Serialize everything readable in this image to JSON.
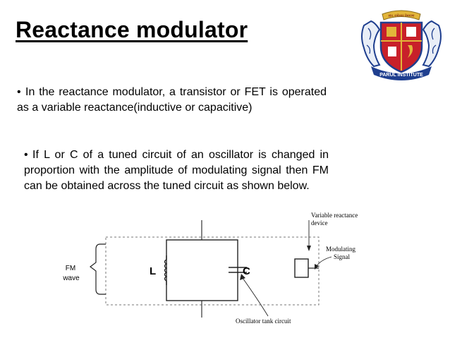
{
  "slide": {
    "title": "Reactance modulator",
    "bullets": [
      {
        "marker": "•",
        "text": "In the reactance modulator, a transistor or FET is operated as a variable reactance(inductive or capacitive)"
      },
      {
        "marker": "•",
        "text": "If L or C of a tuned circuit of an oscillator is changed in proportion with the amplitude of modulating signal then FM can be obtained across the tuned circuit as shown below."
      }
    ]
  },
  "logo": {
    "top_text": "संत. रामेश्वर प्रेमगाण",
    "banner_text": "PARUL INSTITUTE",
    "colors": {
      "red": "#c8202a",
      "blue": "#1f3f8f",
      "gold": "#e2b53a"
    }
  },
  "diagram": {
    "inductor_label": "L",
    "capacitor_label": "C",
    "fm_label_line1": "FM",
    "fm_label_line2": "wave",
    "variable_reactance_line1": "Variable reactance",
    "variable_reactance_line2": "device",
    "modulating_line1": "Modulating",
    "modulating_line2": "Signal",
    "tank_label": "Oscillator tank circuit"
  }
}
